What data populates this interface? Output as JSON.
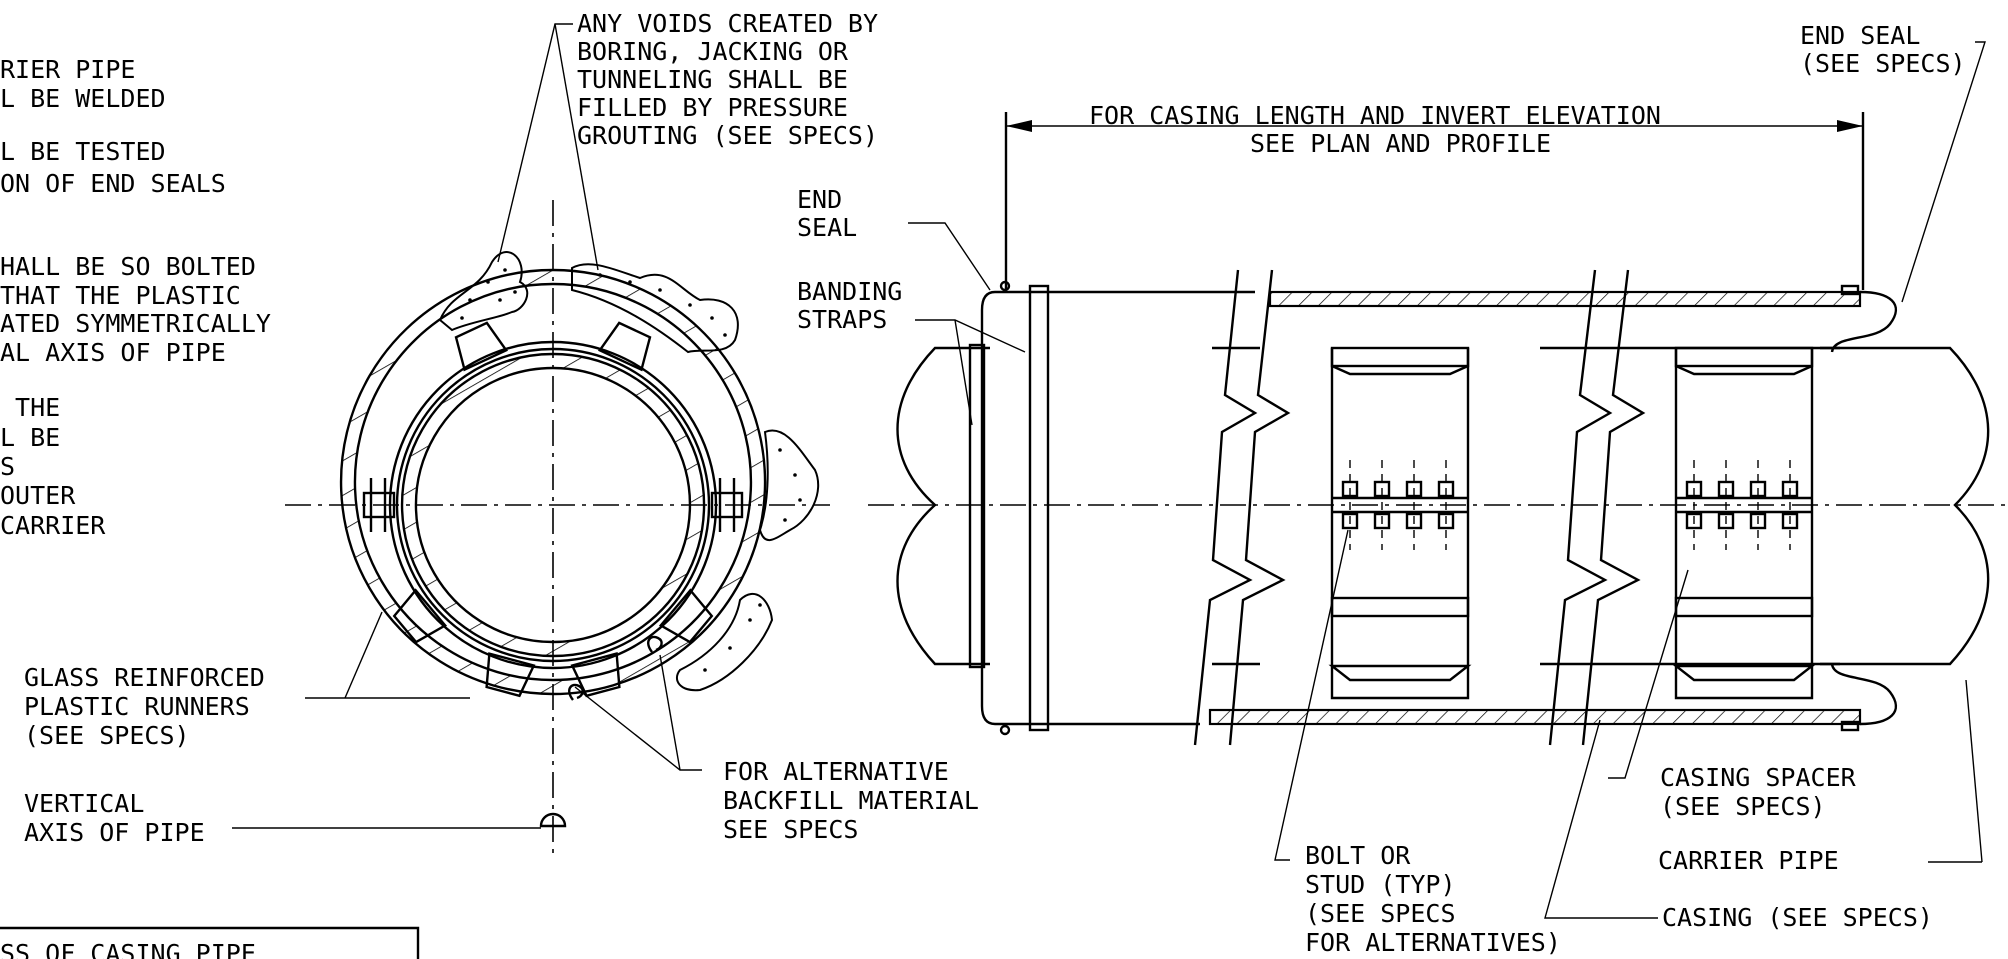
{
  "notes_left": {
    "lines": [
      "RIER PIPE",
      "L BE WELDED",
      "L BE TESTED",
      "ON OF END SEALS",
      "HALL BE SO BOLTED",
      "THAT THE PLASTIC",
      "ATED SYMMETRICALLY",
      "AL AXIS OF PIPE",
      " THE",
      "L BE",
      "S",
      "OUTER",
      "CARRIER"
    ],
    "box_text": "SS OF CASING PIPE"
  },
  "section_labels": {
    "voids": [
      "ANY VOIDS CREATED BY",
      "BORING, JACKING OR",
      "TUNNELING SHALL BE",
      "FILLED BY PRESSURE",
      "GROUTING (SEE SPECS)"
    ],
    "runners": [
      "GLASS REINFORCED",
      "PLASTIC RUNNERS",
      "(SEE SPECS)"
    ],
    "vertical_axis": [
      "VERTICAL",
      "AXIS OF PIPE"
    ],
    "backfill": [
      "FOR ALTERNATIVE",
      "BACKFILL MATERIAL",
      "SEE SPECS"
    ]
  },
  "elevation_labels": {
    "end_seal_left": [
      "END",
      "SEAL"
    ],
    "banding_straps": [
      "BANDING",
      "STRAPS"
    ],
    "dimension": [
      "FOR CASING LENGTH AND INVERT ELEVATION",
      "SEE PLAN AND PROFILE"
    ],
    "end_seal_right": [
      "END SEAL",
      "(SEE SPECS)"
    ],
    "casing_spacer": [
      "CASING SPACER",
      "(SEE SPECS)"
    ],
    "carrier_pipe": "CARRIER PIPE",
    "casing": "CASING (SEE SPECS)",
    "bolt": [
      "BOLT OR",
      "STUD (TYP)",
      "(SEE SPECS",
      "FOR ALTERNATIVES)"
    ]
  }
}
